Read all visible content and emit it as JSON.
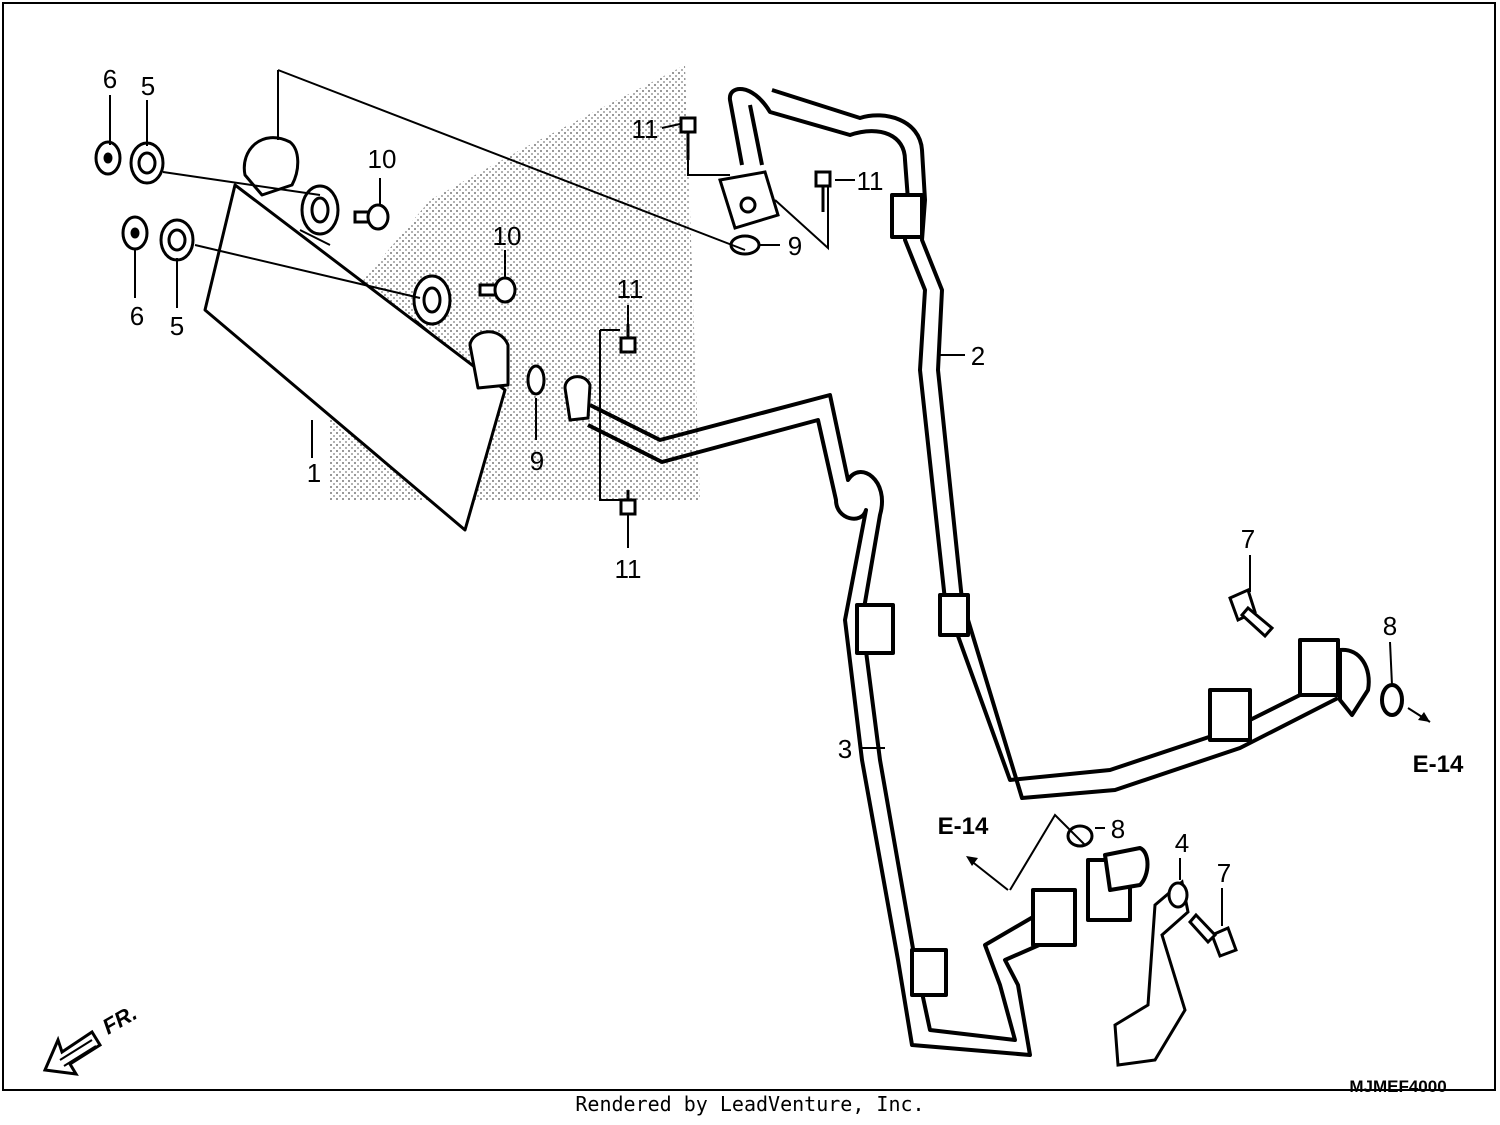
{
  "callouts": [
    {
      "id": "c-6a",
      "text": "6"
    },
    {
      "id": "c-5a",
      "text": "5"
    },
    {
      "id": "c-6b",
      "text": "6"
    },
    {
      "id": "c-5b",
      "text": "5"
    },
    {
      "id": "c-10a",
      "text": "10"
    },
    {
      "id": "c-10b",
      "text": "10"
    },
    {
      "id": "c-11a",
      "text": "11"
    },
    {
      "id": "c-11b",
      "text": "11"
    },
    {
      "id": "c-11c",
      "text": "11"
    },
    {
      "id": "c-11d",
      "text": "11"
    },
    {
      "id": "c-9a",
      "text": "9"
    },
    {
      "id": "c-9b",
      "text": "9"
    },
    {
      "id": "c-1",
      "text": "1"
    },
    {
      "id": "c-2",
      "text": "2"
    },
    {
      "id": "c-3",
      "text": "3"
    },
    {
      "id": "c-4",
      "text": "4"
    },
    {
      "id": "c-7a",
      "text": "7"
    },
    {
      "id": "c-7b",
      "text": "7"
    },
    {
      "id": "c-8a",
      "text": "8"
    },
    {
      "id": "c-8b",
      "text": "8"
    }
  ],
  "references": {
    "right": "E-14",
    "left": "E-14"
  },
  "direction_label": "FR.",
  "diagram_code": "MJMEF4000",
  "footer": "Rendered by LeadVenture, Inc."
}
